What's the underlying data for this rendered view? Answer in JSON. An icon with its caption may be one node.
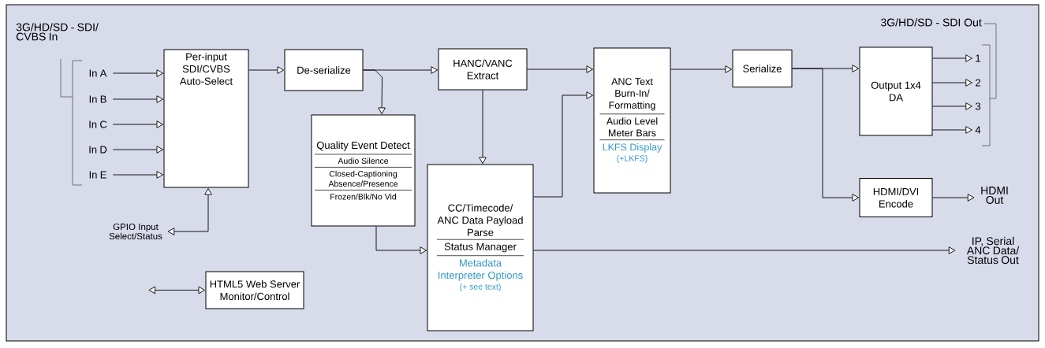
{
  "diagram": {
    "nodes": [
      {
        "text": [
          "In A"
        ]
      },
      {
        "text": [
          "In B"
        ]
      },
      {
        "text": [
          "In C"
        ]
      },
      {
        "text": [
          "In D"
        ]
      },
      {
        "text": [
          "In E"
        ]
      },
      {
        "text": [
          "Per-input SDI/CVBS Auto-Select"
        ]
      },
      {
        "text": [
          "GPIO Input Select/Status"
        ]
      },
      {
        "text": [
          "De-serialize"
        ]
      },
      {
        "text": [
          "Quality Event Detect",
          "Audio Silence",
          "Closed-Captioning Absence/Presence",
          "Frozen/Blk/No Vid"
        ]
      },
      {
        "text": [
          "HANC/VANC Extract"
        ]
      },
      {
        "text": [
          "CC/Timecode/ ANC Data Payload Parse",
          "Status Manager",
          "Metadata Interpreter Options",
          "(+ see text)"
        ]
      },
      {
        "text": [
          "ANC Text Burn-In/ Formatting",
          "Audio Level Meter Bars",
          "LKFS Display",
          "(+LKFS)"
        ]
      },
      {
        "text": [
          "Serialize"
        ]
      },
      {
        "text": [
          "Output 1x4 DA"
        ]
      },
      {
        "text": [
          "1"
        ]
      },
      {
        "text": [
          "2"
        ]
      },
      {
        "text": [
          "3"
        ]
      },
      {
        "text": [
          "4"
        ]
      },
      {
        "text": [
          "HDMI/DVI Encode"
        ]
      },
      {
        "text": [
          "HDMI Out"
        ]
      },
      {
        "text": [
          "IP, Serial ANC Data/ Status Out"
        ]
      },
      {
        "text": [
          "HTML5 Web Server Monitor/Control"
        ]
      }
    ],
    "edges": [
      {
        "from": 0,
        "to": 5,
        "arrow": "to"
      },
      {
        "from": 1,
        "to": 5,
        "arrow": "to"
      },
      {
        "from": 2,
        "to": 5,
        "arrow": "to"
      },
      {
        "from": 3,
        "to": 5,
        "arrow": "to"
      },
      {
        "from": 4,
        "to": 5,
        "arrow": "to"
      },
      {
        "from": 5,
        "to": 7,
        "arrow": "to"
      },
      {
        "from": 7,
        "to": 9,
        "arrow": "to"
      },
      {
        "from": 7,
        "to": 8,
        "arrow": "to"
      },
      {
        "from": 9,
        "to": 10,
        "arrow": "to"
      },
      {
        "from": 9,
        "to": 11,
        "arrow": "to"
      },
      {
        "from": 10,
        "to": 11,
        "arrow": "to"
      },
      {
        "from": 8,
        "to": 10,
        "arrow": "to"
      },
      {
        "from": 10,
        "to": 20,
        "arrow": "to"
      },
      {
        "from": 11,
        "to": 12,
        "arrow": "to"
      },
      {
        "from": 12,
        "to": 13,
        "arrow": "to"
      },
      {
        "from": 12,
        "to": 18,
        "arrow": "to"
      },
      {
        "from": 13,
        "to": 14,
        "arrow": "to"
      },
      {
        "from": 13,
        "to": 15,
        "arrow": "to"
      },
      {
        "from": 13,
        "to": 16,
        "arrow": "to"
      },
      {
        "from": 13,
        "to": 17,
        "arrow": "to"
      },
      {
        "from": 18,
        "to": 19,
        "arrow": "to"
      },
      {
        "from": 6,
        "to": 5,
        "arrow": "both"
      },
      {
        "from": null,
        "to": 21,
        "arrow": "both"
      }
    ],
    "labels": [
      "3G/HD/SD - SDI/ CVBS In",
      "3G/HD/SD - SDI Out"
    ]
  }
}
